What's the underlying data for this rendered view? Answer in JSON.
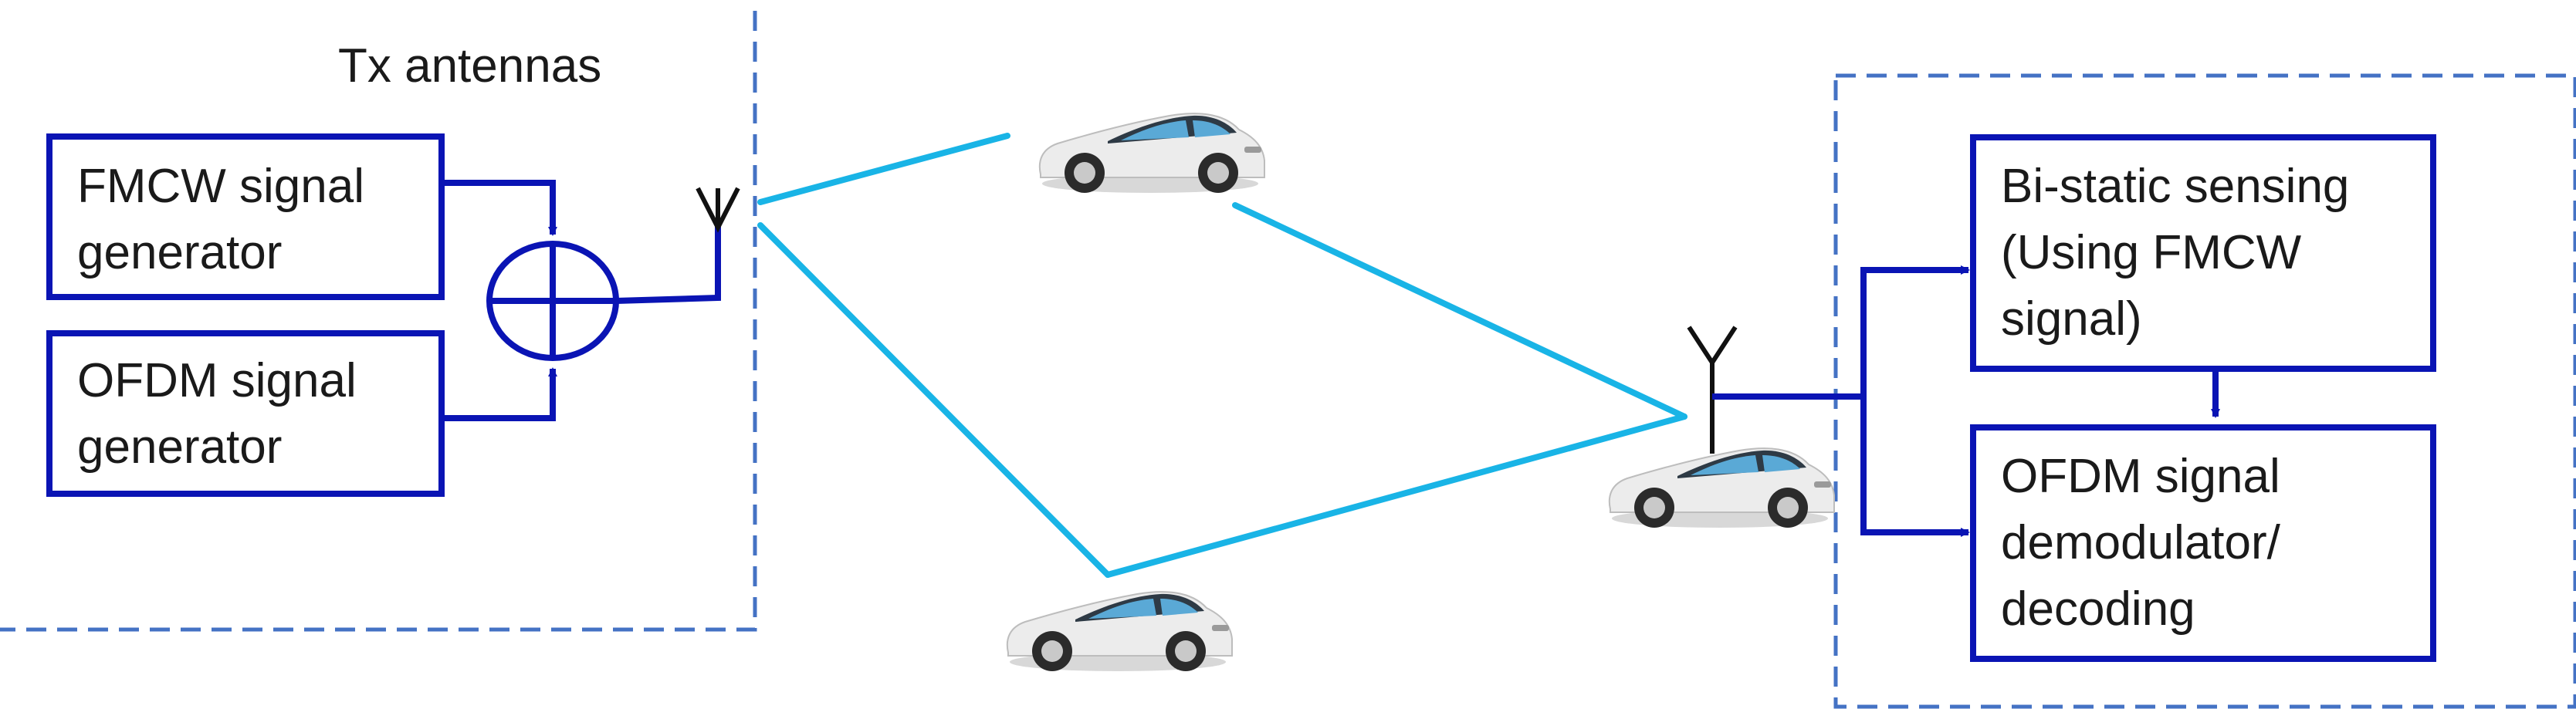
{
  "diagram": {
    "tx": {
      "antenna_label": "Tx antennas",
      "fmcw_block": [
        "FMCW signal",
        "generator"
      ],
      "ofdm_block": [
        "OFDM signal",
        "generator"
      ]
    },
    "rx": {
      "sensing_block": [
        "Bi-static sensing",
        "(Using FMCW",
        "signal)"
      ],
      "demod_block": [
        "OFDM signal",
        "demodulator/",
        "decoding"
      ]
    },
    "colors": {
      "block_border": "#0a14b4",
      "dashed_border": "#4472c4",
      "signal_path": "#19b4e6",
      "antenna": "#111111",
      "car_body": "#ececec",
      "car_window": "#5aa9d6"
    }
  }
}
